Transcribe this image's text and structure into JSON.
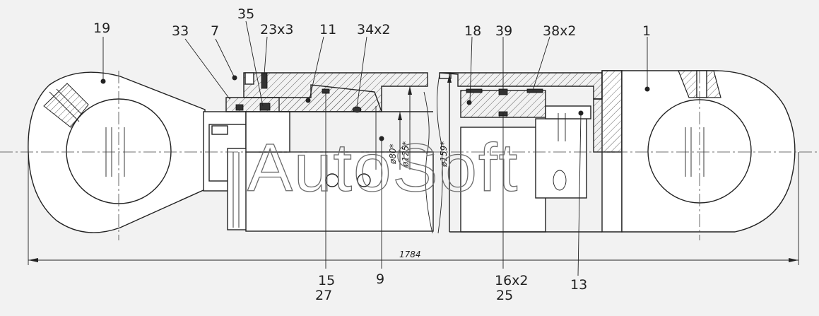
{
  "diagram": {
    "callouts_top": [
      "19",
      "33",
      "7",
      "35",
      "23x3",
      "11",
      "34x2",
      "18",
      "39",
      "38x2",
      "1"
    ],
    "callouts_bottom": {
      "c15": "15",
      "c27": "27",
      "c9": "9",
      "c16": "16x2",
      "c25": "25",
      "c13": "13"
    },
    "dimensions": {
      "overall_length": "1784",
      "rod_dia": "ø80*",
      "bore_dia": "ø125*",
      "tube_dia": "ø159*"
    },
    "watermark": "AutoSoft"
  },
  "colors": {
    "line": "#222222",
    "background": "#f2f2f2",
    "hatch": "#555555"
  }
}
